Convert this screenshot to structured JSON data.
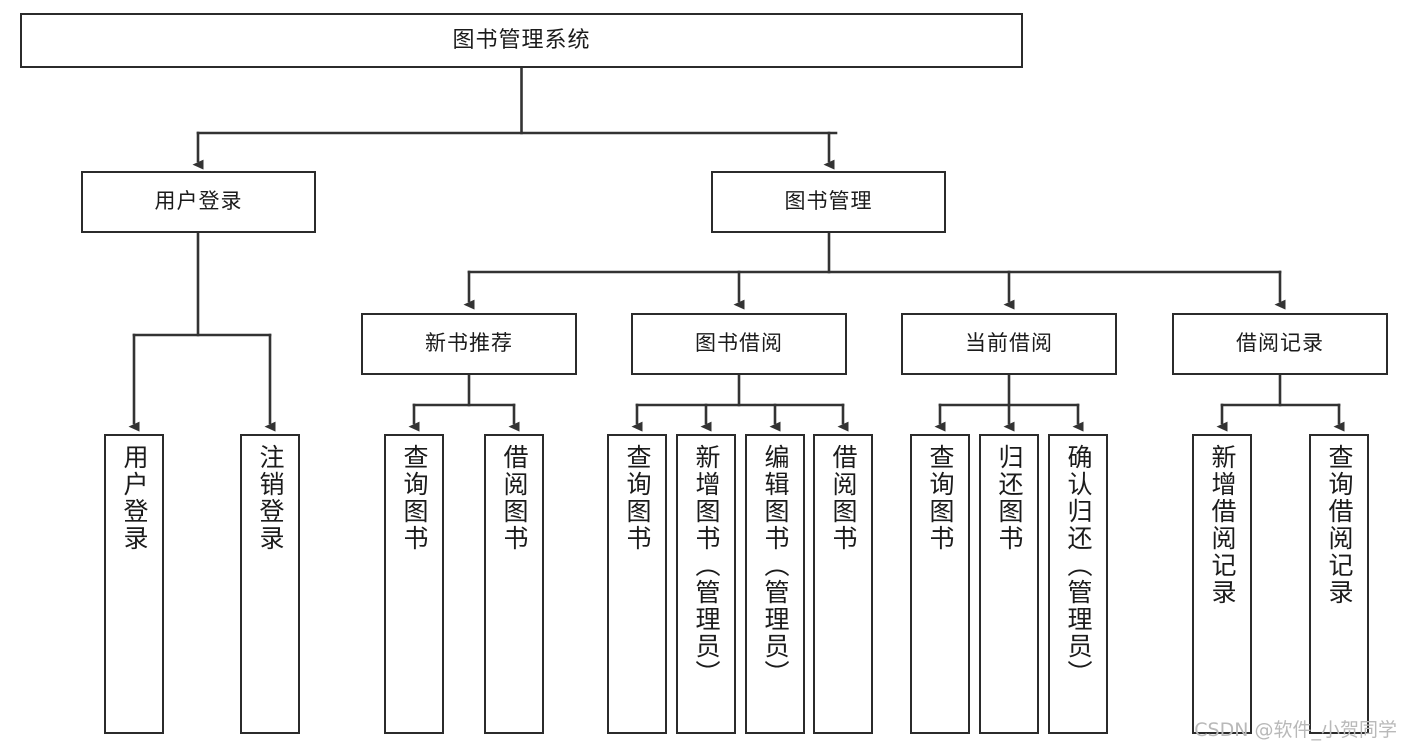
{
  "diagram": {
    "title": "图书管理系统",
    "type": "tree-hierarchy",
    "watermark": "CSDN @软件_小贺同学",
    "colors": {
      "background": "#ffffff",
      "border": "#2b2b2b",
      "text": "#1b1b1b",
      "connector": "#333333",
      "watermark": "#b9b9b9"
    },
    "nodes": {
      "root": "图书管理系统",
      "level2": {
        "user_login": "用户登录",
        "book_manage": "图书管理"
      },
      "level3": {
        "new_book_rec": "新书推荐",
        "book_borrow": "图书借阅",
        "current_borrow": "当前借阅",
        "borrow_record": "借阅记录"
      },
      "leaves": {
        "user_login_1": "用户登录",
        "user_login_2": "注销登录",
        "new_book_rec_1": "查询图书",
        "new_book_rec_2": "借阅图书",
        "book_borrow_1": "查询图书",
        "book_borrow_2": "新增图书（管理员）",
        "book_borrow_3": "编辑图书（管理员）",
        "book_borrow_4": "借阅图书",
        "current_borrow_1": "查询图书",
        "current_borrow_2": "归还图书",
        "current_borrow_3": "确认归还（管理员）",
        "borrow_record_1": "新增借阅记录",
        "borrow_record_2": "查询借阅记录"
      }
    },
    "edges": [
      {
        "from": "root",
        "to": "user_login"
      },
      {
        "from": "root",
        "to": "book_manage"
      },
      {
        "from": "user_login",
        "to": "user_login_1"
      },
      {
        "from": "user_login",
        "to": "user_login_2"
      },
      {
        "from": "book_manage",
        "to": "new_book_rec"
      },
      {
        "from": "book_manage",
        "to": "book_borrow"
      },
      {
        "from": "book_manage",
        "to": "current_borrow"
      },
      {
        "from": "book_manage",
        "to": "borrow_record"
      },
      {
        "from": "new_book_rec",
        "to": "new_book_rec_1"
      },
      {
        "from": "new_book_rec",
        "to": "new_book_rec_2"
      },
      {
        "from": "book_borrow",
        "to": "book_borrow_1"
      },
      {
        "from": "book_borrow",
        "to": "book_borrow_2"
      },
      {
        "from": "book_borrow",
        "to": "book_borrow_3"
      },
      {
        "from": "book_borrow",
        "to": "book_borrow_4"
      },
      {
        "from": "current_borrow",
        "to": "current_borrow_1"
      },
      {
        "from": "current_borrow",
        "to": "current_borrow_2"
      },
      {
        "from": "current_borrow",
        "to": "current_borrow_3"
      },
      {
        "from": "borrow_record",
        "to": "borrow_record_1"
      },
      {
        "from": "borrow_record",
        "to": "borrow_record_2"
      }
    ]
  }
}
